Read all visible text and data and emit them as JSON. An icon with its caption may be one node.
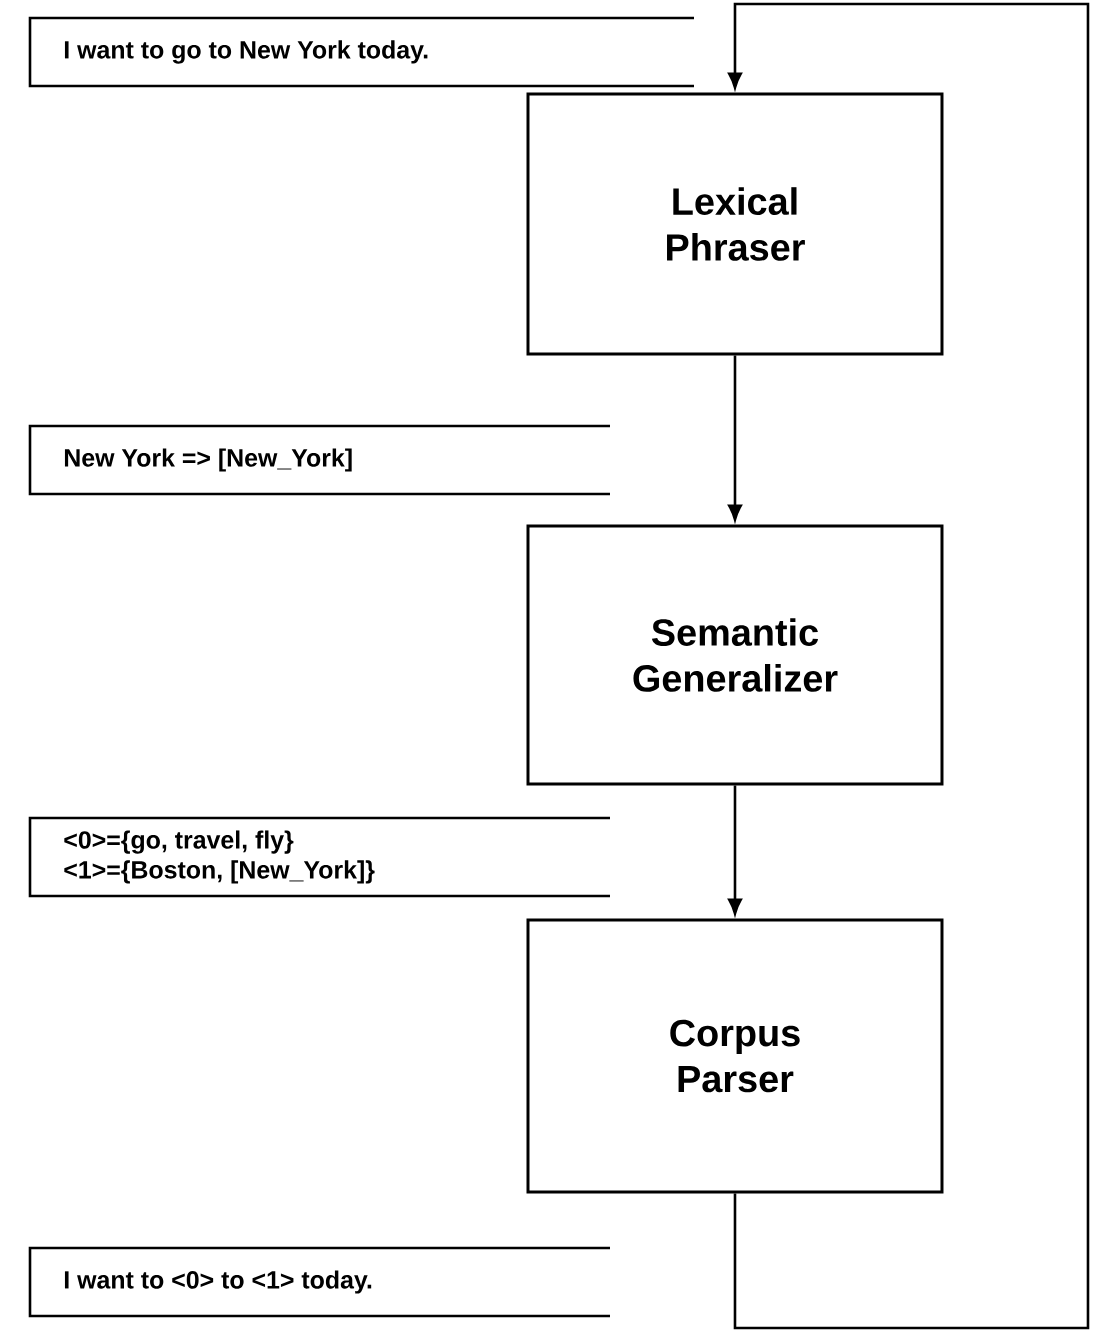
{
  "diagram": {
    "nodes": [
      {
        "text": [
          "I want to go to New York today."
        ]
      },
      {
        "text": [
          "Lexical Phraser"
        ]
      },
      {
        "text": [
          "New York =>  [New_York]"
        ]
      },
      {
        "text": [
          "Semantic Generalizer"
        ]
      },
      {
        "text": [
          "<0>={go, travel, fly}",
          "<1>={Boston, [New_York]}"
        ]
      },
      {
        "text": [
          "Corpus Parser"
        ]
      },
      {
        "text": [
          "I want to <0>  to <1> today."
        ]
      }
    ],
    "edges": [
      {
        "from": 1,
        "to": 3,
        "arrow": "to"
      },
      {
        "from": 3,
        "to": 5,
        "arrow": "to"
      },
      {
        "from": 5,
        "to": 1,
        "arrow": "to"
      }
    ]
  }
}
